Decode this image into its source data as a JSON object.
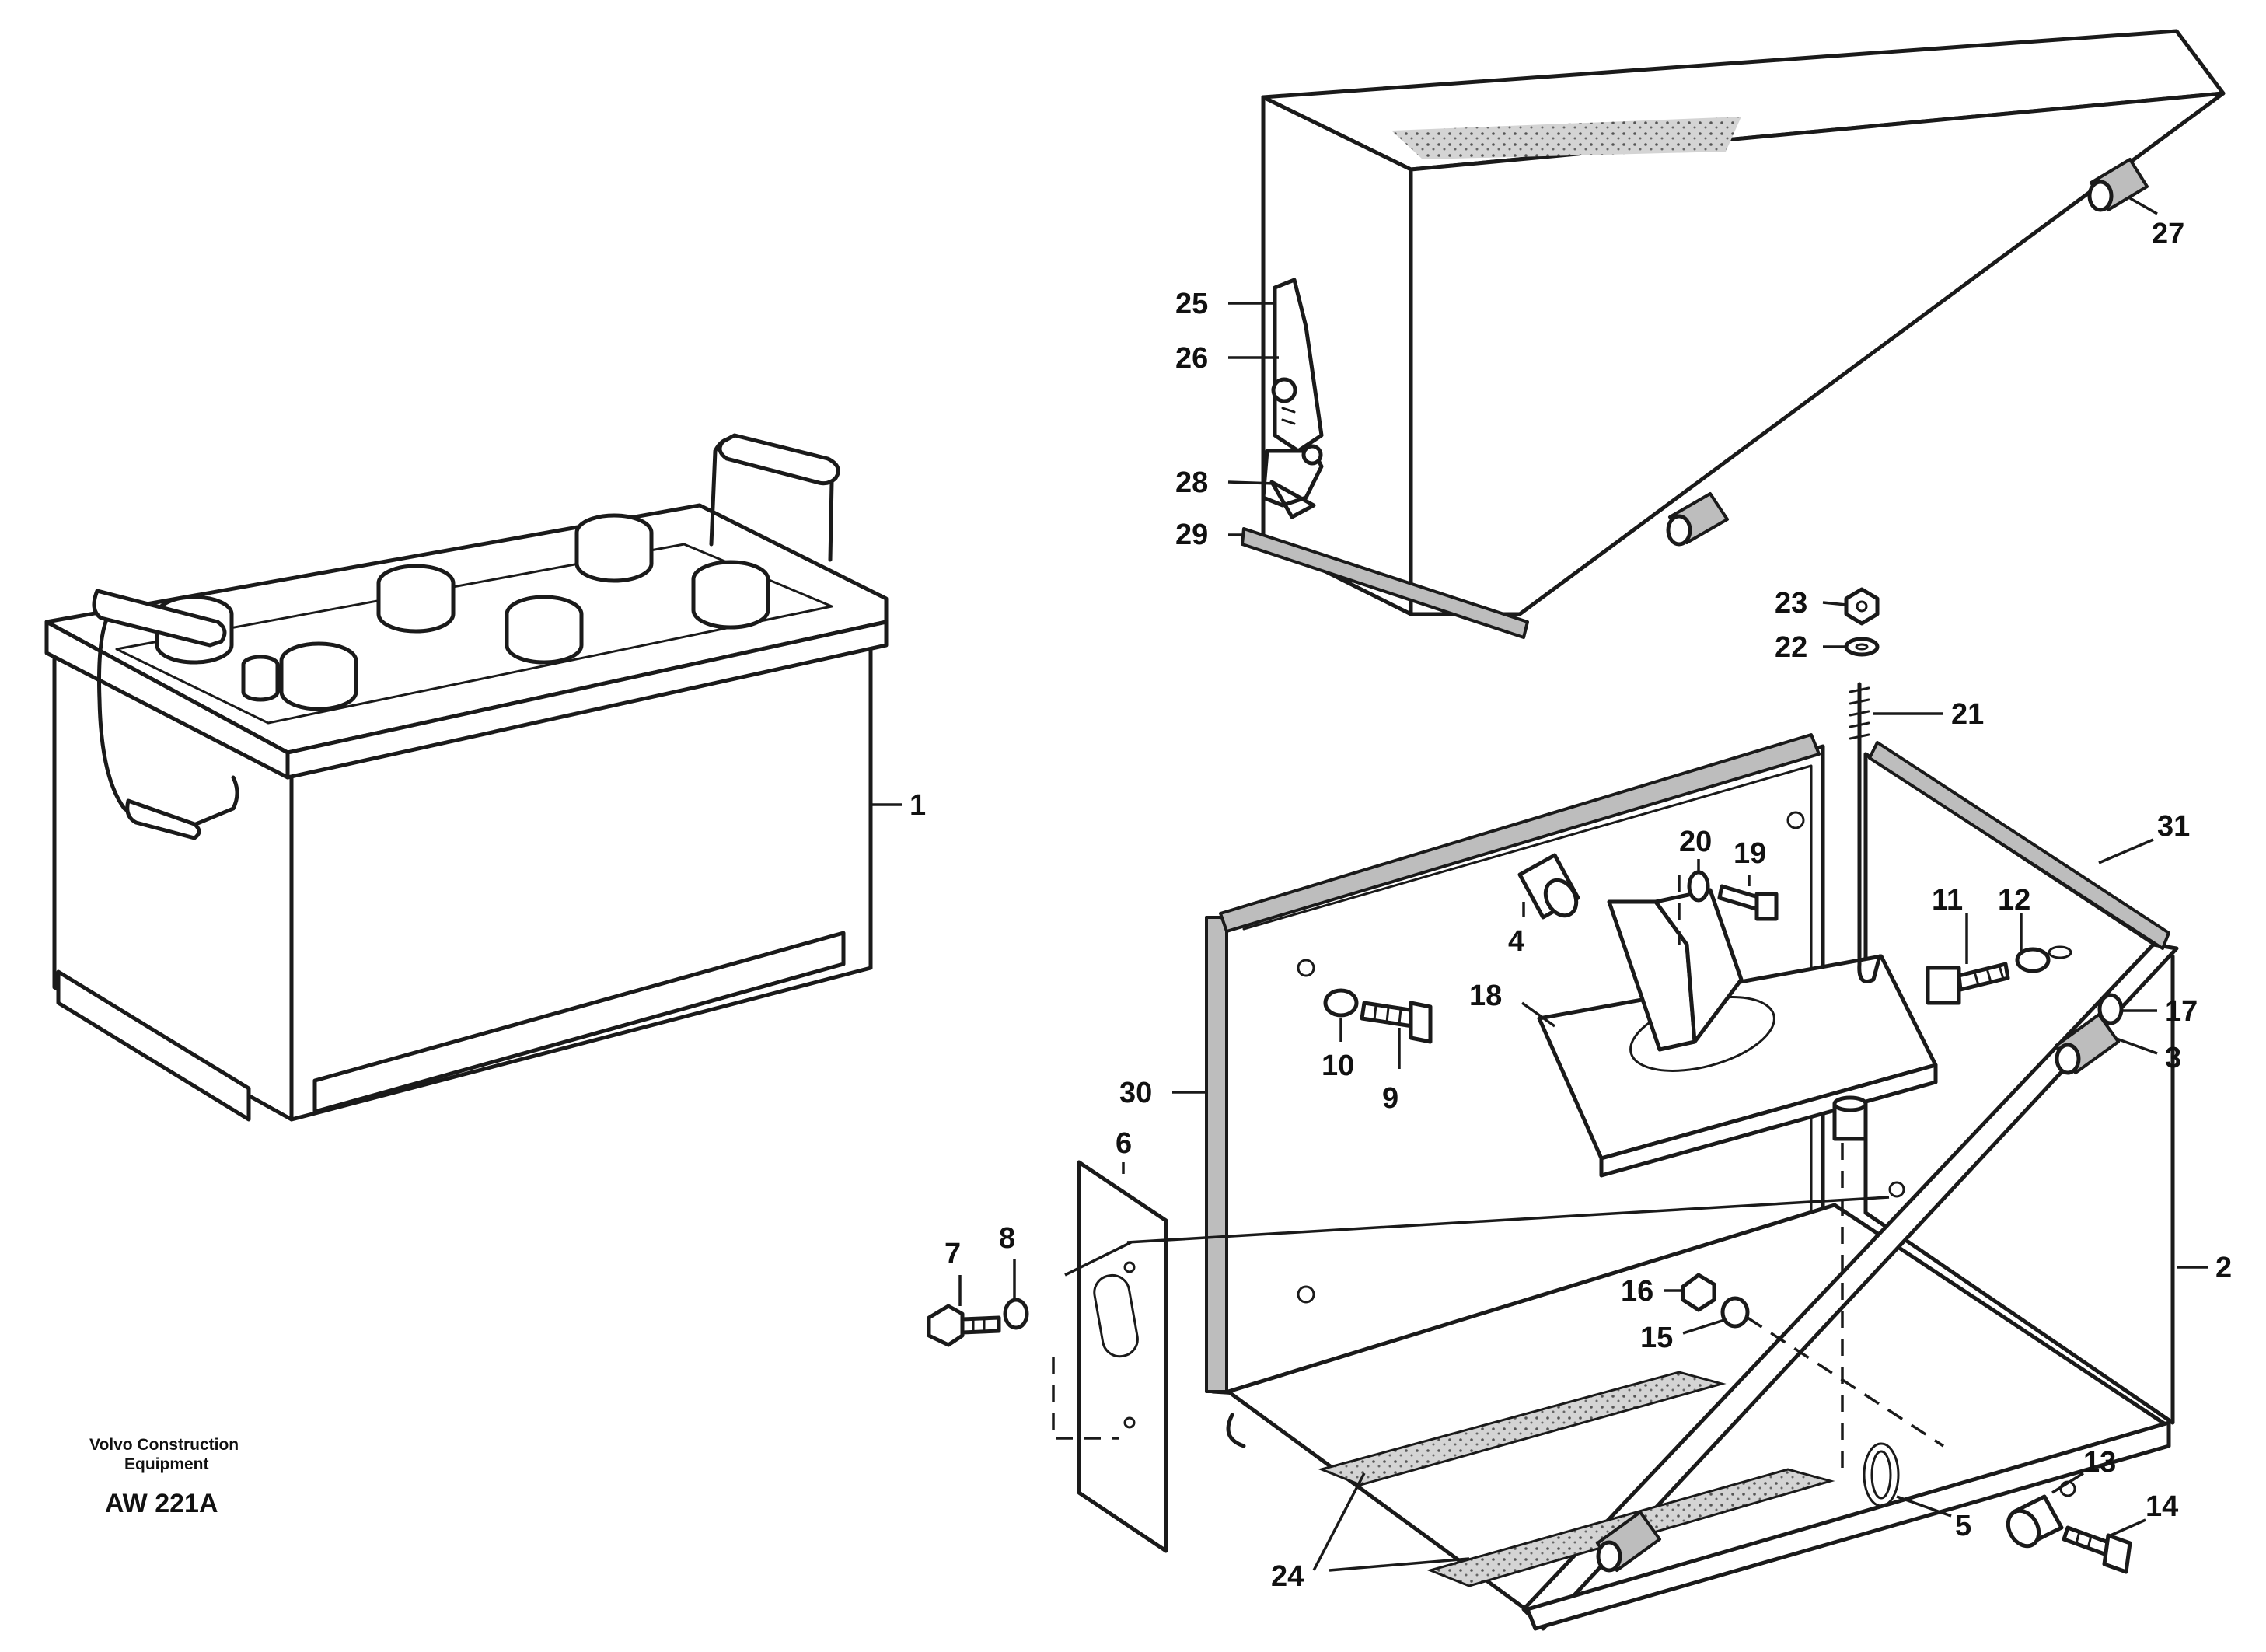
{
  "labels": {
    "l1": "1",
    "l2": "2",
    "l3": "3",
    "l4": "4",
    "l5": "5",
    "l6": "6",
    "l7": "7",
    "l8": "8",
    "l9": "9",
    "l10": "10",
    "l11": "11",
    "l12": "12",
    "l13": "13",
    "l14": "14",
    "l15": "15",
    "l16": "16",
    "l17": "17",
    "l18": "18",
    "l19": "19",
    "l20": "20",
    "l21": "21",
    "l22": "22",
    "l23": "23",
    "l24": "24",
    "l25": "25",
    "l26": "26",
    "l27": "27",
    "l28": "28",
    "l29": "29",
    "l30": "30",
    "l31": "31"
  },
  "caption": {
    "company_line1": "Volvo Construction",
    "company_line2": "Equipment",
    "code": "AW 221A"
  }
}
